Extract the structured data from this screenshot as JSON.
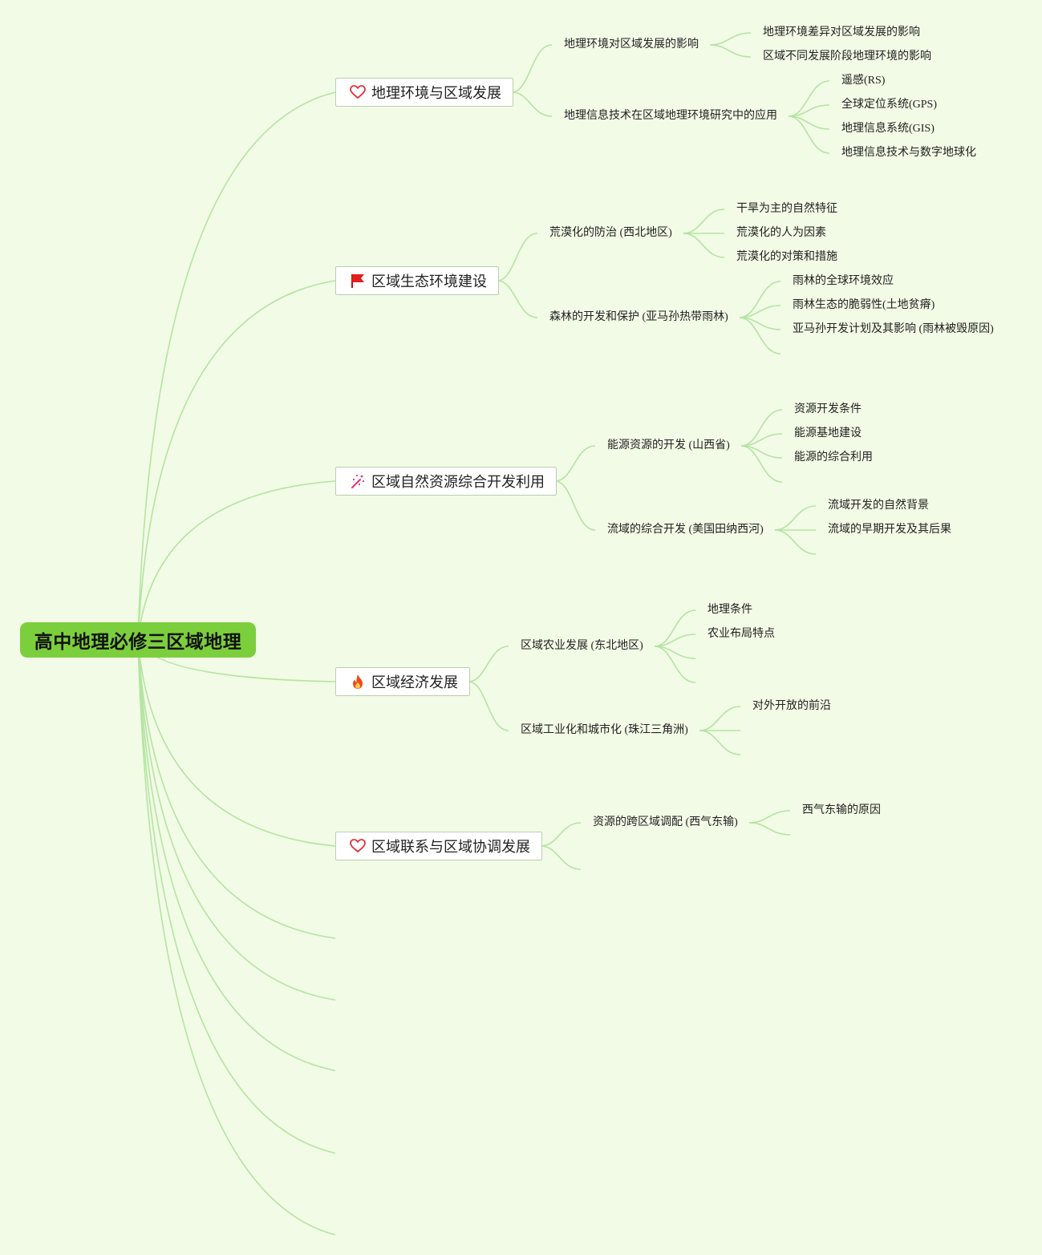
{
  "root": {
    "label": "高中地理必修三区域地理"
  },
  "branches": [
    {
      "label": "地理环境与区域发展",
      "icon": "heart-outline-icon"
    },
    {
      "label": "区域生态环境建设",
      "icon": "red-flag-icon"
    },
    {
      "label": "区域自然资源综合开发利用",
      "icon": "magic-wand-icon"
    },
    {
      "label": "区域经济发展",
      "icon": "fire-icon"
    },
    {
      "label": "区域联系与区域协调发展",
      "icon": "heart-outline-icon"
    }
  ],
  "topics": [
    {
      "label": "地理环境对区域发展的影响",
      "children": [
        "地理环境差异对区域发展的影响",
        "区域不同发展阶段地理环境的影响"
      ]
    },
    {
      "label": "地理信息技术在区域地理环境研究中的应用",
      "children": [
        "遥感(RS)",
        "全球定位系统(GPS)",
        "地理信息系统(GIS)",
        "地理信息技术与数字地球化"
      ]
    },
    {
      "label": "荒漠化的防治 (西北地区)",
      "children": [
        "干旱为主的自然特征",
        "荒漠化的人为因素",
        "荒漠化的对策和措施"
      ]
    },
    {
      "label": "森林的开发和保护 (亚马孙热带雨林)",
      "children": [
        "雨林的全球环境效应",
        "雨林生态的脆弱性(土地贫瘠)",
        "亚马孙开发计划及其影响 (雨林被毁原因)"
      ]
    },
    {
      "label": "能源资源的开发 (山西省)",
      "children": [
        "资源开发条件",
        "能源基地建设",
        "能源的综合利用"
      ]
    },
    {
      "label": "流域的综合开发 (美国田纳西河)",
      "children": [
        "流域开发的自然背景",
        "流域的早期开发及其后果"
      ]
    },
    {
      "label": "区域农业发展 (东北地区)",
      "children": [
        "地理条件",
        "农业布局特点"
      ]
    },
    {
      "label": "区域工业化和城市化 (珠江三角洲)",
      "children": [
        "对外开放的前沿"
      ]
    },
    {
      "label": "资源的跨区域调配 (西气东输)",
      "children": [
        "西气东输的原因"
      ]
    }
  ],
  "colors": {
    "background": "#f2fbe6",
    "root": "#7ccf3c",
    "link": "#b4e4a2",
    "heart": "#e0303a",
    "flag": "#e02020",
    "wand": "#e2307a",
    "fire": "#f04a1a"
  }
}
